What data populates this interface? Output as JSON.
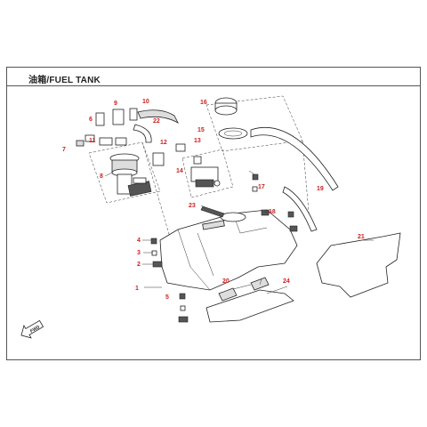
{
  "header": {
    "title": "油箱/FUEL TANK"
  },
  "labels": [
    "1",
    "2",
    "3",
    "4",
    "5",
    "6",
    "7",
    "8",
    "9",
    "10",
    "11",
    "12",
    "13",
    "14",
    "15",
    "16",
    "17",
    "18",
    "19",
    "20",
    "21",
    "22",
    "23",
    "24"
  ],
  "fwd_marker": "FWD",
  "colors": {
    "label": "#cc2222",
    "line": "#222222"
  }
}
